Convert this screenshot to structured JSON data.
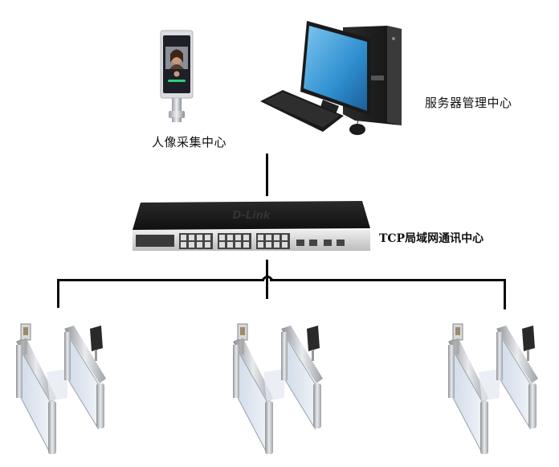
{
  "nodes": {
    "face_capture": {
      "label": "人像采集中心"
    },
    "server": {
      "label": "服务器管理中心"
    },
    "switch": {
      "label": "TCP局域网通讯中心",
      "brand": "D-Link"
    },
    "gates": [
      {
        "label": ""
      },
      {
        "label": ""
      },
      {
        "label": ""
      }
    ]
  },
  "colors": {
    "line": "#0a0a0a",
    "switch_body": "#1c1c1c",
    "switch_front": "#d8d8d8",
    "monitor_screen": "#3a9fd8",
    "gate_metal": "#b9bcc2",
    "card_reader": "#2a2a2a"
  }
}
